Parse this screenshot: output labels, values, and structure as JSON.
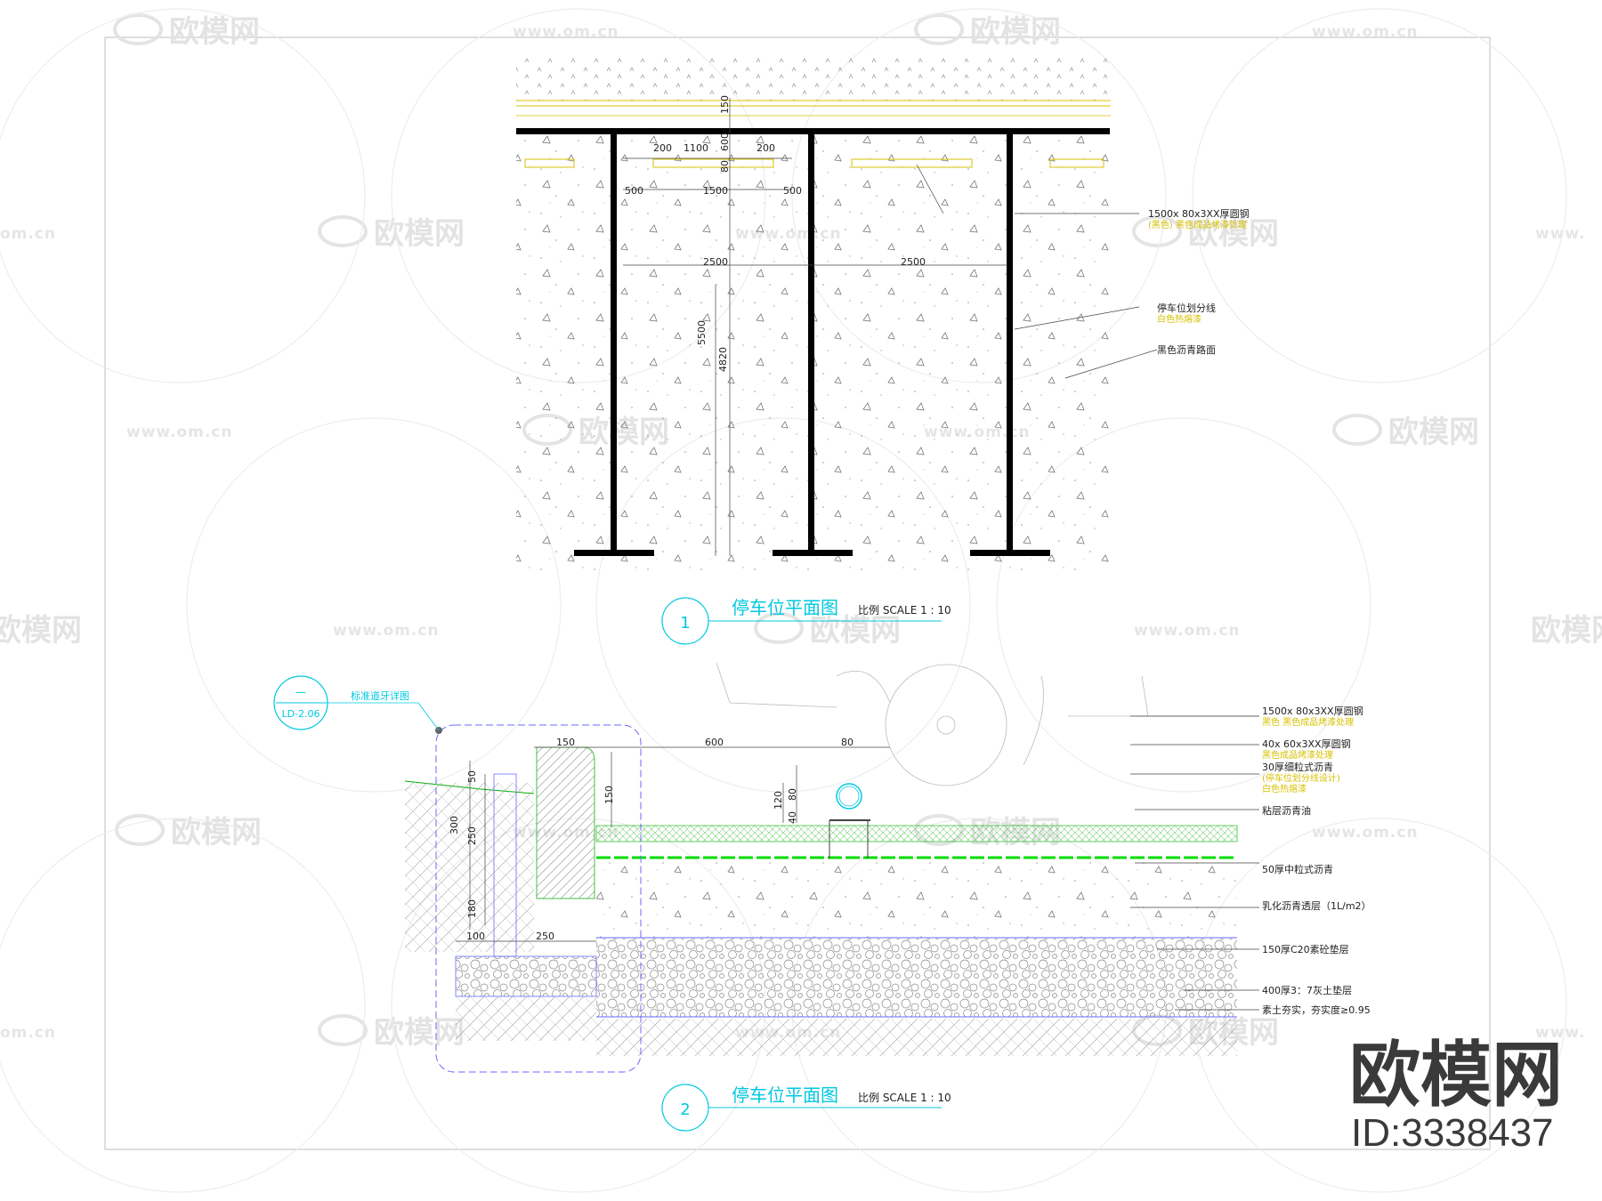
{
  "watermark": {
    "brand_text": "欧模网",
    "url_text": "www.om.cn",
    "url_text_cut_right": "www.",
    "url_text_cut_left": "om.cn",
    "brand_text_cut": "欧模网"
  },
  "plan_view": {
    "dimensions": {
      "d150": "150",
      "d600": "600",
      "d80": "80",
      "d200a": "200",
      "d1100": "1100",
      "d200b": "200",
      "d500a": "500",
      "d1500": "1500",
      "d500b": "500",
      "d2500a": "2500",
      "d2500b": "2500",
      "d5500": "5500",
      "d4820": "4820"
    },
    "notes": {
      "n1_main": "1500x 80x3XX厚圆钢",
      "n1_sub": "(黑色) 黑色成品烤漆处理",
      "n2_main": "停车位划分线",
      "n2_sub": "白色热熔漆",
      "n3_main": "黑色沥青路面"
    },
    "title": "停车位平面图",
    "scale": "比例 SCALE 1 : 10",
    "number": "1"
  },
  "section_view": {
    "ref_number": "—",
    "ref_sheet": "LD-2.06",
    "ref_label": "标准道牙详图",
    "dimensions": {
      "d150a": "150",
      "d600": "600",
      "d80a": "80",
      "d50": "50",
      "d150b": "150",
      "d300": "300",
      "d250a": "250",
      "d180": "180",
      "d120": "120",
      "d80b": "80",
      "d40": "40",
      "d100": "100",
      "d250b": "250"
    },
    "notes": {
      "s1_main": "1500x 80x3XX厚圆钢",
      "s1_sub": "黑色 黑色成品烤漆处理",
      "s2_main": "40x 60x3XX厚圆钢",
      "s2_sub": "黑色成品烤漆处理",
      "s3_main": "30厚细粒式沥青",
      "s3_sub1": "(停车位划分线设计)",
      "s3_sub2": "白色热熔漆",
      "s4": "粘层沥青油",
      "s5": "50厚中粒式沥青",
      "s6": "乳化沥青透层（1L/m2）",
      "s7": "150厚C20素砼垫层",
      "s8": "400厚3：7灰土垫层",
      "s9": "素土夯实，夯实度≥0.95"
    },
    "title": "停车位平面图",
    "scale": "比例 SCALE 1 : 10",
    "number": "2"
  },
  "brand": {
    "name": "欧模网",
    "id": "ID:3338437"
  },
  "colors": {
    "cyan": "#00c8e0",
    "yellow": "#d8c000",
    "green": "#00d000",
    "blue": "#6a6aff"
  }
}
